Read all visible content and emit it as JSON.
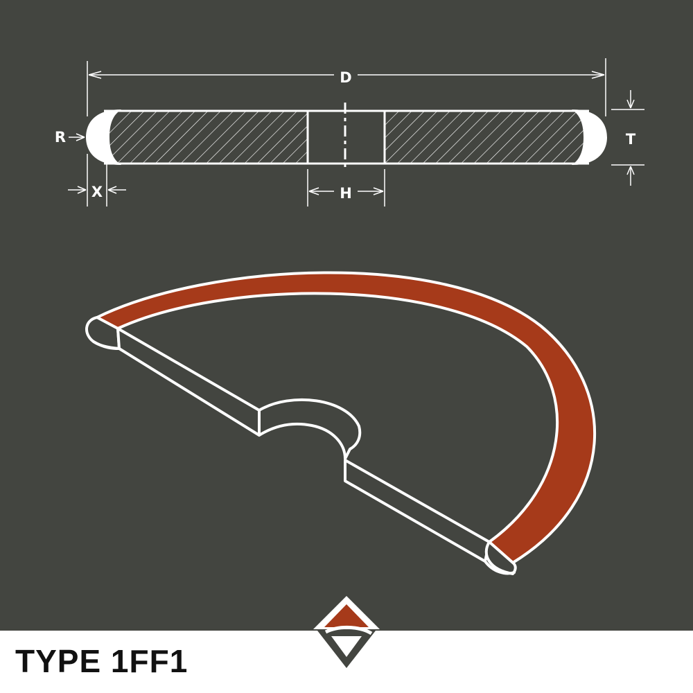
{
  "dimensions": {
    "diameter": "D",
    "radius": "R",
    "thickness": "T",
    "abrasive_depth": "X",
    "hole": "H"
  },
  "footer": {
    "title": "TYPE 1FF1"
  },
  "colors": {
    "background": "#434540",
    "accent": "#A63A1A",
    "line": "#ffffff",
    "footer_bg": "#ffffff"
  },
  "icons": {
    "logo": "brand-logo-icon"
  }
}
